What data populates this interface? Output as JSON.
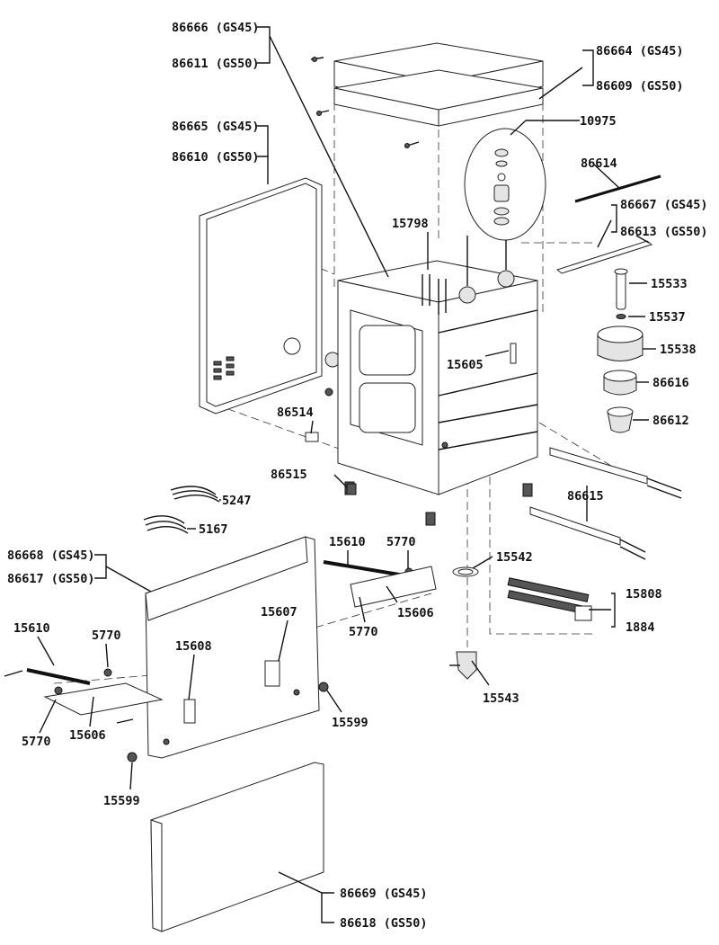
{
  "labels": {
    "l86666": "86666 (GS45)",
    "l86611": "86611 (GS50)",
    "l86664": "86664 (GS45)",
    "l86609": "86609 (GS50)",
    "l86665": "86665 (GS45)",
    "l86610": "86610 (GS50)",
    "l10975": "10975",
    "l86614": "86614",
    "l86667": "86667 (GS45)",
    "l86613": "86613 (GS50)",
    "l15798": "15798",
    "l15533": "15533",
    "l15537": "15537",
    "l15538": "15538",
    "l15605": "15605",
    "l86616": "86616",
    "l86514": "86514",
    "l86612": "86612",
    "l86515": "86515",
    "l5247": "5247",
    "l86615": "86615",
    "l5167": "5167",
    "l86668": "86668 (GS45)",
    "l86617": "86617 (GS50)",
    "l15610a": "15610",
    "l5770a": "5770",
    "l15542": "15542",
    "l15606a": "15606",
    "l15808": "15808",
    "l1884": "1884",
    "l15607": "15607",
    "l5770b": "5770",
    "l15610b": "15610",
    "l5770c": "5770",
    "l15608": "15608",
    "l15543": "15543",
    "l15599a": "15599",
    "l5770d": "5770",
    "l15606b": "15606",
    "l15599b": "15599",
    "l86669": "86669 (GS45)",
    "l86618": "86618 (GS50)"
  }
}
